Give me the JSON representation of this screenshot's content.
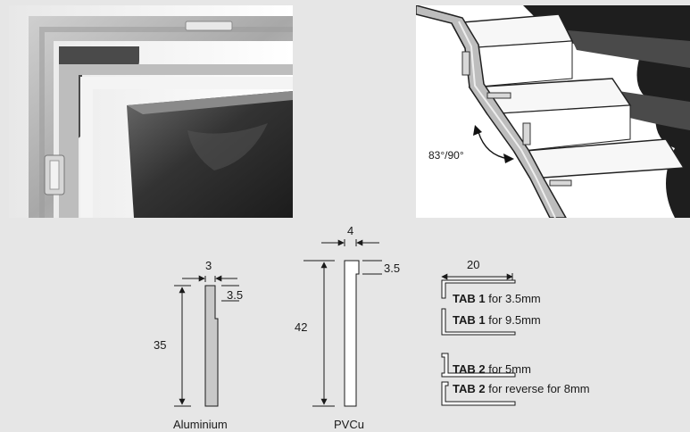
{
  "photos": {
    "left": {
      "icon": "frame-corner-photo"
    },
    "right": {
      "icon": "stair-profile-photo",
      "angle_label": "83°/90°"
    }
  },
  "profiles": {
    "aluminium": {
      "name": "Aluminium",
      "width": "3",
      "height": "35",
      "step": "3.5"
    },
    "pvcu": {
      "name": "PVCu",
      "width": "4",
      "height": "42",
      "step": "3.5"
    }
  },
  "tabs": {
    "length": "20",
    "items": [
      {
        "name": "TAB 1",
        "desc": " for 3.5mm"
      },
      {
        "name": "TAB 1",
        "desc": " for 9.5mm"
      },
      {
        "name": "TAB 2",
        "desc": " for 5mm"
      },
      {
        "name": "TAB 2",
        "desc": " for reverse for 8mm"
      }
    ]
  }
}
